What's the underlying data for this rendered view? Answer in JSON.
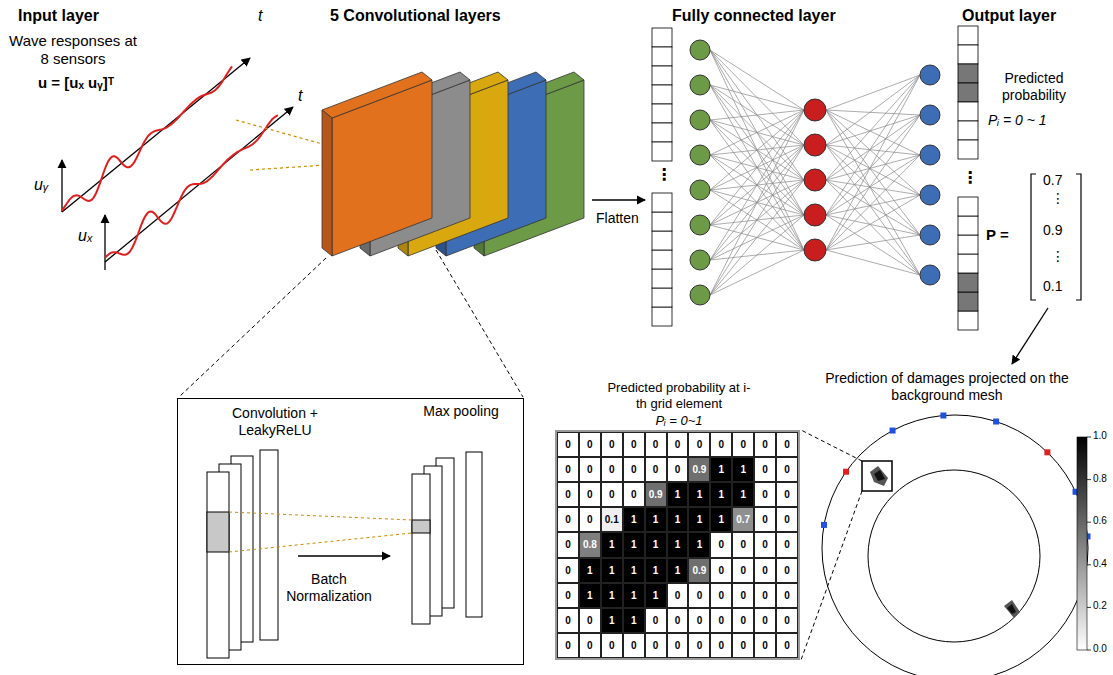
{
  "diagram": {
    "nodes": [
      {
        "text": [
          "Convolution + LeakyReLU",
          "Max pooling",
          "Batch Normalization"
        ]
      },
      {
        "text": [
          "Predicted probability at i-th grid element",
          "Pᵢ = 0~1"
        ]
      },
      {
        "text": [
          "0"
        ],
        "in": 1
      },
      {
        "text": [
          "0"
        ],
        "in": 1
      },
      {
        "text": [
          "0"
        ],
        "in": 1
      },
      {
        "text": [
          "0"
        ],
        "in": 1
      },
      {
        "text": [
          "0"
        ],
        "in": 1
      },
      {
        "text": [
          "0"
        ],
        "in": 1
      },
      {
        "text": [
          "0"
        ],
        "in": 1
      },
      {
        "text": [
          "0"
        ],
        "in": 1
      },
      {
        "text": [
          "0"
        ],
        "in": 1
      },
      {
        "text": [
          "0"
        ],
        "in": 1
      },
      {
        "text": [
          "0"
        ],
        "in": 1
      },
      {
        "text": [
          "0"
        ],
        "in": 1
      },
      {
        "text": [
          "0"
        ],
        "in": 1
      },
      {
        "text": [
          "0"
        ],
        "in": 1
      },
      {
        "text": [
          "0"
        ],
        "in": 1
      },
      {
        "text": [
          "0"
        ],
        "in": 1
      },
      {
        "text": [
          "0"
        ],
        "in": 1
      },
      {
        "text": [
          "0.9"
        ],
        "in": 1
      },
      {
        "text": [
          "1"
        ],
        "in": 1
      },
      {
        "text": [
          "1"
        ],
        "in": 1
      },
      {
        "text": [
          "0"
        ],
        "in": 1
      },
      {
        "text": [
          "0"
        ],
        "in": 1
      },
      {
        "text": [
          "0"
        ],
        "in": 1
      },
      {
        "text": [
          "0"
        ],
        "in": 1
      },
      {
        "text": [
          "0"
        ],
        "in": 1
      },
      {
        "text": [
          "0"
        ],
        "in": 1
      },
      {
        "text": [
          "0.9"
        ],
        "in": 1
      },
      {
        "text": [
          "1"
        ],
        "in": 1
      },
      {
        "text": [
          "1"
        ],
        "in": 1
      },
      {
        "text": [
          "1"
        ],
        "in": 1
      },
      {
        "text": [
          "1"
        ],
        "in": 1
      },
      {
        "text": [
          "0"
        ],
        "in": 1
      },
      {
        "text": [
          "0"
        ],
        "in": 1
      },
      {
        "text": [
          "0"
        ],
        "in": 1
      },
      {
        "text": [
          "0"
        ],
        "in": 1
      },
      {
        "text": [
          "0.1"
        ],
        "in": 1
      },
      {
        "text": [
          "1"
        ],
        "in": 1
      },
      {
        "text": [
          "1"
        ],
        "in": 1
      },
      {
        "text": [
          "1"
        ],
        "in": 1
      },
      {
        "text": [
          "1"
        ],
        "in": 1
      },
      {
        "text": [
          "1"
        ],
        "in": 1
      },
      {
        "text": [
          "0.7"
        ],
        "in": 1
      },
      {
        "text": [
          "0"
        ],
        "in": 1
      },
      {
        "text": [
          "0"
        ],
        "in": 1
      },
      {
        "text": [
          "0"
        ],
        "in": 1
      },
      {
        "text": [
          "0.8"
        ],
        "in": 1
      },
      {
        "text": [
          "1"
        ],
        "in": 1
      },
      {
        "text": [
          "1"
        ],
        "in": 1
      },
      {
        "text": [
          "1"
        ],
        "in": 1
      },
      {
        "text": [
          "1"
        ],
        "in": 1
      },
      {
        "text": [
          "1"
        ],
        "in": 1
      },
      {
        "text": [
          "0"
        ],
        "in": 1
      },
      {
        "text": [
          "0"
        ],
        "in": 1
      },
      {
        "text": [
          "0"
        ],
        "in": 1
      },
      {
        "text": [
          "0"
        ],
        "in": 1
      },
      {
        "text": [
          "0"
        ],
        "in": 1
      },
      {
        "text": [
          "1"
        ],
        "in": 1
      },
      {
        "text": [
          "1"
        ],
        "in": 1
      },
      {
        "text": [
          "1"
        ],
        "in": 1
      },
      {
        "text": [
          "1"
        ],
        "in": 1
      },
      {
        "text": [
          "1"
        ],
        "in": 1
      },
      {
        "text": [
          "0.9"
        ],
        "in": 1
      },
      {
        "text": [
          "0"
        ],
        "in": 1
      },
      {
        "text": [
          "0"
        ],
        "in": 1
      },
      {
        "text": [
          "0"
        ],
        "in": 1
      },
      {
        "text": [
          "0"
        ],
        "in": 1
      },
      {
        "text": [
          "0"
        ],
        "in": 1
      },
      {
        "text": [
          "1"
        ],
        "in": 1
      },
      {
        "text": [
          "1"
        ],
        "in": 1
      },
      {
        "text": [
          "1"
        ],
        "in": 1
      },
      {
        "text": [
          "1"
        ],
        "in": 1
      },
      {
        "text": [
          "0"
        ],
        "in": 1
      },
      {
        "text": [
          "0"
        ],
        "in": 1
      },
      {
        "text": [
          "0"
        ],
        "in": 1
      },
      {
        "text": [
          "0"
        ],
        "in": 1
      },
      {
        "text": [
          "0"
        ],
        "in": 1
      },
      {
        "text": [
          "0"
        ],
        "in": 1
      },
      {
        "text": [
          "0"
        ],
        "in": 1
      },
      {
        "text": [
          "0"
        ],
        "in": 1
      },
      {
        "text": [
          "1"
        ],
        "in": 1
      },
      {
        "text": [
          "1"
        ],
        "in": 1
      },
      {
        "text": [
          "0"
        ],
        "in": 1
      },
      {
        "text": [
          "0"
        ],
        "in": 1
      },
      {
        "text": [
          "0"
        ],
        "in": 1
      },
      {
        "text": [
          "0"
        ],
        "in": 1
      },
      {
        "text": [
          "0"
        ],
        "in": 1
      },
      {
        "text": [
          "0"
        ],
        "in": 1
      },
      {
        "text": [
          "0"
        ],
        "in": 1
      },
      {
        "text": [
          "0"
        ],
        "in": 1
      },
      {
        "text": [
          "0"
        ],
        "in": 1
      },
      {
        "text": [
          "0"
        ],
        "in": 1
      },
      {
        "text": [
          "0"
        ],
        "in": 1
      },
      {
        "text": [
          "0"
        ],
        "in": 1
      },
      {
        "text": [
          "0"
        ],
        "in": 1
      },
      {
        "text": [
          "0"
        ],
        "in": 1
      },
      {
        "text": [
          "0"
        ],
        "in": 1
      },
      {
        "text": [
          "0"
        ],
        "in": 1
      },
      {
        "text": [
          "0"
        ],
        "in": 1
      },
      {
        "text": [
          "0"
        ],
        "in": 1
      }
    ],
    "labels": [
      "Input layer",
      "5 Convolutional layers",
      "Fully connected layer",
      "Output layer",
      "Wave responses at 8 sensors",
      "u = [uₓ uᵧ]ᵀ",
      "t",
      "t",
      "uᵧ",
      "uₓ",
      "Flatten",
      "Predicted probability",
      "Pᵢ = 0 ~ 1",
      "P =",
      "0.7",
      "⋮",
      "0.9",
      "⋮",
      "0.1",
      "Prediction of damages projected on the background mesh",
      "⋮",
      "⋮",
      "1.0",
      "0.8",
      "0.6",
      "0.4",
      "0.2",
      "0.0"
    ]
  }
}
